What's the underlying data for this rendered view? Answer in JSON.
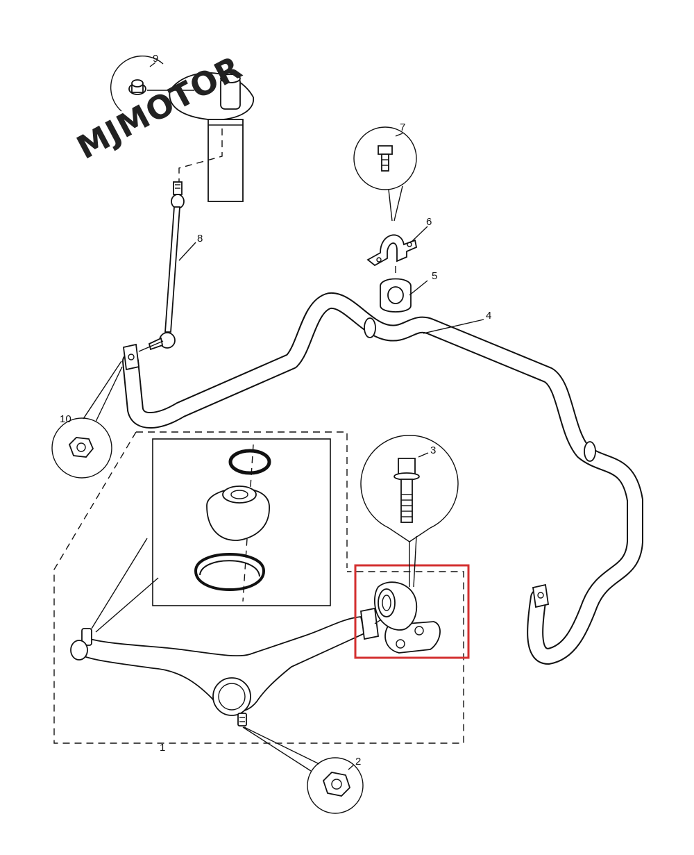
{
  "watermark": "MJMOTOR",
  "callouts": [
    {
      "id": "c1",
      "text": "1"
    },
    {
      "id": "c2",
      "text": "2"
    },
    {
      "id": "c3",
      "text": "3"
    },
    {
      "id": "c4",
      "text": "4"
    },
    {
      "id": "c5",
      "text": "5"
    },
    {
      "id": "c6",
      "text": "6"
    },
    {
      "id": "c7",
      "text": "7"
    },
    {
      "id": "c8",
      "text": "8"
    },
    {
      "id": "c9",
      "text": "9"
    },
    {
      "id": "c10",
      "text": "10"
    }
  ],
  "colors": {
    "line": "#111111",
    "highlight": "#d32f2f",
    "background": "#ffffff"
  }
}
